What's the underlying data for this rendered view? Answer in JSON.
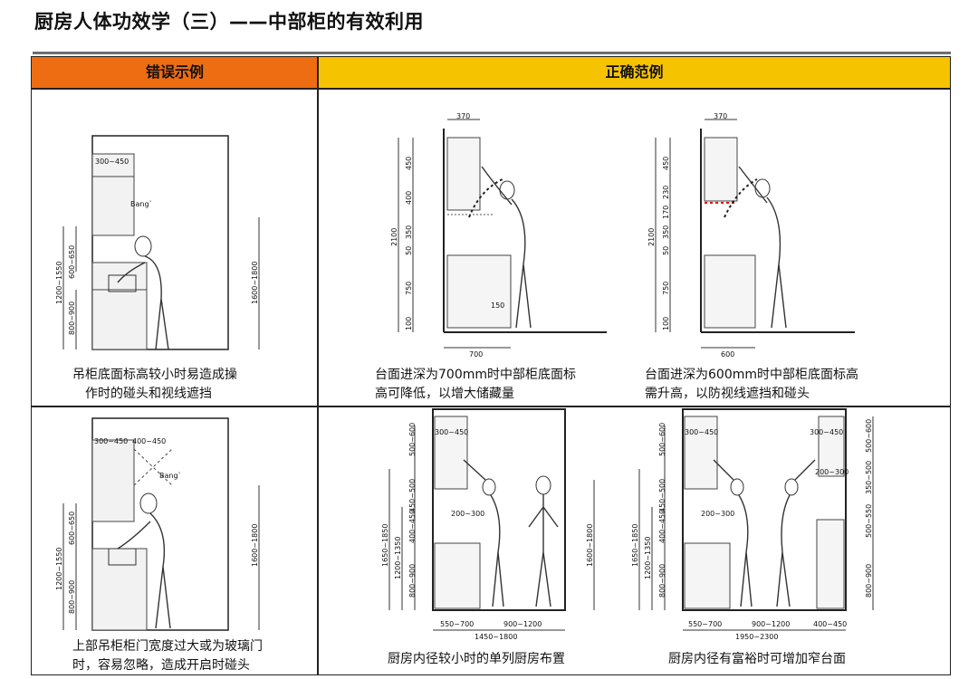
{
  "page": {
    "title": "厨房人体功效学（三）——中部柜的有效利用"
  },
  "table": {
    "header_bad": "错误示例",
    "header_good": "正确范例"
  },
  "panels": {
    "p1": {
      "caption_line1": "吊柜底面标高较小时易造成操",
      "caption_line2": "作时的碰头和视线遮挡",
      "labels": {
        "d1": "300~450",
        "bang": "Bang`",
        "d2": "600~650",
        "d3": "1200~1550",
        "d4": "800~900",
        "d5": "1600~1800"
      }
    },
    "p2": {
      "caption_line1": "台面进深为700mm时中部柜底面标",
      "caption_line2": "高可降低，以增大储藏量",
      "labels": {
        "top": "370",
        "d450": "450",
        "d400": "400",
        "d350": "350",
        "d50": "50",
        "d750": "750",
        "d100": "100",
        "d2100": "2100",
        "d150": "150",
        "bottom": "700"
      }
    },
    "p3": {
      "caption_line1": "台面进深为600mm时中部柜底面标高",
      "caption_line2": "需升高，以防视线遮挡和碰头",
      "labels": {
        "top": "370",
        "d450": "450",
        "d170": "170",
        "d230": "230",
        "d350": "350",
        "d50": "50",
        "d750": "750",
        "d100": "100",
        "d2100": "2100",
        "bottom": "600"
      }
    },
    "p4": {
      "caption_line1": "上部吊柜柜门宽度过大或为玻璃门",
      "caption_line2": "时，容易忽略，造成开启时碰头",
      "labels": {
        "d1": "300~450",
        "d1b": "400~450",
        "bang": "Bang`",
        "d2": "600~650",
        "d3": "1200~1550",
        "d4": "800~900",
        "d5": "1600~1800"
      }
    },
    "p5": {
      "caption": "厨房内径较小时的单列厨房布置",
      "labels": {
        "a": "500~600",
        "b": "300~450",
        "c": "450~500",
        "d": "200~300",
        "e": "400~450",
        "f": "1650~1850",
        "g": "1200~1350",
        "h": "800~900",
        "i": "1600~1800",
        "j": "550~700",
        "k": "900~1200",
        "l": "1450~1800"
      }
    },
    "p6": {
      "caption": "厨房内径有富裕时可增加窄台面",
      "labels": {
        "a": "500~600",
        "b": "300~450",
        "c": "450~500",
        "d": "200~300",
        "e": "400~450",
        "f": "1650~1850",
        "g": "1200~1350",
        "h": "800~900",
        "r1": "500~600",
        "r2": "300~450",
        "r3": "200~300",
        "r4": "350~500",
        "r5": "500~550",
        "r6": "800~900",
        "j": "550~700",
        "k": "900~1200",
        "l": "400~450",
        "m": "1950~2300"
      }
    }
  }
}
